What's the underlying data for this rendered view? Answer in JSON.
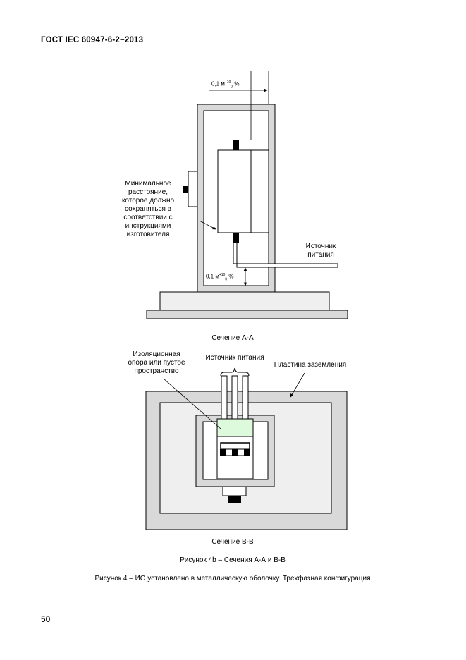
{
  "header": {
    "standard_code": "ГОСТ IEC 60947-6-2−2013"
  },
  "figure_a": {
    "dim_top": {
      "main": "0,1 м",
      "sup": "+10",
      "sub": "0",
      "unit": "%"
    },
    "dim_bottom": {
      "main": "0,1 м",
      "sup": "+10",
      "sub": "0",
      "unit": "%"
    },
    "label_min_distance": [
      "Минимальное",
      "расстояние,",
      "которое должно",
      "сохраняться в",
      "соответствии с",
      "инструкциями",
      "изготовителя"
    ],
    "label_power_source": [
      "Источник",
      "питания"
    ],
    "caption": "Сечение А-А"
  },
  "figure_b": {
    "label_insulation": [
      "Изоляционная",
      "опора или пустое",
      "пространство"
    ],
    "label_power_source": "Источник питания",
    "label_ground_plate": "Пластина заземления",
    "caption": "Сечение В-В"
  },
  "figure_caption_4b": "Рисунок 4b – Сечения А-А и В-В",
  "figure_caption_4": "Рисунок 4 – ИО установлено в металлическую оболочку. Трехфазная конфигурация",
  "page_number": "50",
  "colors": {
    "enclosure_gray": "#d9d9d9",
    "insulation_green": "#ddfadd",
    "black": "#000000"
  }
}
